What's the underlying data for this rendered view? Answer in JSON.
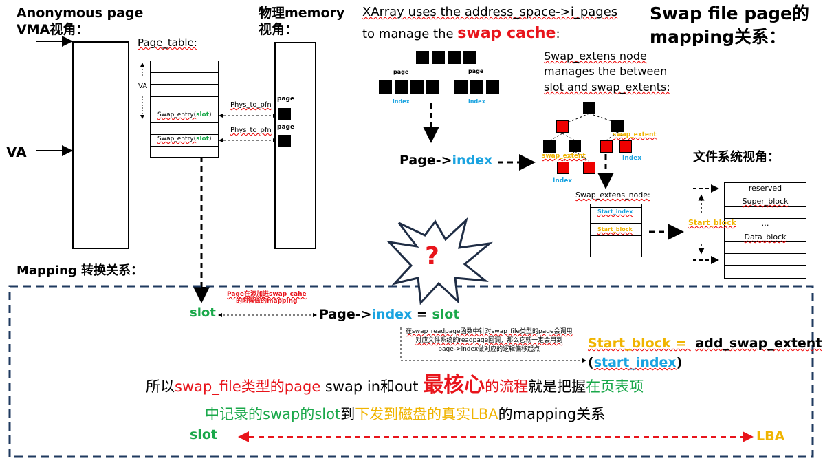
{
  "vma": {
    "title_line1": "Anonymous page",
    "title_line2": "VMA视角：",
    "va_label": "VA"
  },
  "page_table": {
    "title": "Page_table:",
    "va_label": "VA",
    "entry1": "Swap_entry(",
    "entry2": "Swap_entry(",
    "slot": "slot",
    "close": ")",
    "phys1": "Phys_to_pfn",
    "phys2": "Phys_to_pfn"
  },
  "phys_mem": {
    "title_line1": "物理memory",
    "title_line2": "视角：",
    "page1": "page",
    "page2": "page"
  },
  "xarray": {
    "line1": "XArray uses the address_space->i_pages",
    "line2_prefix": "to manage the ",
    "line2_emph": "swap cache",
    "line2_suffix": ":",
    "page_a": "page",
    "page_b": "page",
    "index_a": "index",
    "index_b": "index"
  },
  "page_index": {
    "prefix": "Page->",
    "index": "index"
  },
  "swap_title": {
    "line1": "Swap file page的",
    "line2": "mapping关系："
  },
  "extents_desc": {
    "line1": "Swap_extens node",
    "line2": "manages the between",
    "line3": "slot and swap_extents:"
  },
  "extent_labels": {
    "swap_extent1": "swap_extent",
    "swap_extent2": "swap_extent",
    "index1": "Index",
    "index2": "Index"
  },
  "extens_node": {
    "title": "Swap_extens_node:",
    "start_index": "Start_index",
    "start_block": "Start_block"
  },
  "fs": {
    "title": "文件系统视角：",
    "rows": [
      "reserved",
      "Super_block",
      "…",
      "Data_block",
      "",
      ""
    ],
    "start_block": "Start_block"
  },
  "mapping": {
    "title": "Mapping 转换关系：",
    "note_line1": "Page在添加进swap_cahe",
    "note_line2": "的时候做的mapping",
    "slot_left": "slot",
    "eq_prefix": "Page->",
    "eq_index": "index",
    "eq_mid": " = ",
    "eq_slot": "slot",
    "readpage_line1": "在swap_readpage函数中针对swap_file类型的page会调用",
    "readpage_line2": "对应文件系统的readpage回调，那么它就一定会用到",
    "readpage_line3": "page->index做对应的逻辑偏移起点",
    "start_block": "Start_block = ",
    "add_swap_extent": "add_swap_extent",
    "open_paren": "(",
    "start_index": "start_index",
    "close_paren": ")",
    "summary_line1_a": "所以",
    "summary_line1_b": "swap_file类型的page",
    "summary_line1_c": " swap in和out ",
    "summary_line1_d": "最核心",
    "summary_line1_e": "的流程",
    "summary_line1_f": "就是把握",
    "summary_line1_g": "在页表项",
    "summary_line2_a": "中记录的swap的slot",
    "summary_line2_b": "到",
    "summary_line2_c": "下发到磁盘的真实LBA",
    "summary_line2_d": "的mapping关系",
    "slot_bottom": "slot",
    "lba": "LBA"
  },
  "question_mark": "?"
}
